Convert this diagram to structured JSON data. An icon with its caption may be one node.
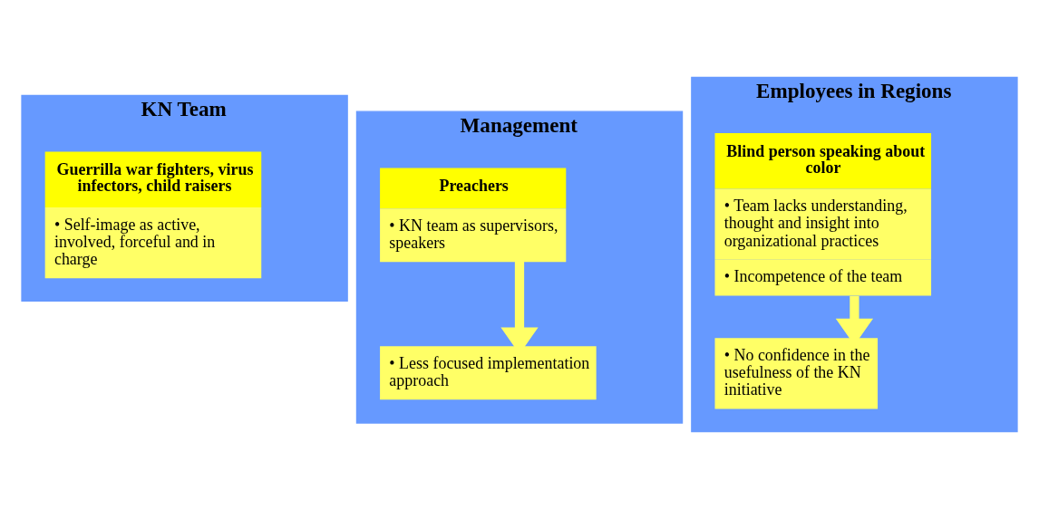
{
  "diagram": {
    "nodes": [
      {
        "text": [
          "KN Team"
        ]
      },
      {
        "text": [
          "Guerrilla war fighters, virus infectors, child raisers",
          "• Self-image as active, involved, forceful and in charge"
        ],
        "in": 0
      },
      {
        "text": [
          "Management"
        ]
      },
      {
        "text": [
          "Preachers",
          "• KN team as supervisors, speakers"
        ],
        "in": 2
      },
      {
        "text": [
          "• Less focused implementation approach"
        ],
        "in": 2
      },
      {
        "text": [
          "Employees in Regions"
        ]
      },
      {
        "text": [
          "Blind person speaking about color",
          "• Team lacks understanding, thought and insight into organizational practices",
          "• Incompetence of the team"
        ],
        "in": 5
      },
      {
        "text": [
          "• No confidence in the usefulness of the KN initiative"
        ],
        "in": 5
      }
    ],
    "edges": [
      {
        "from": 3,
        "to": 4,
        "arrow": "to",
        "color": "#ffff66"
      },
      {
        "from": 6,
        "to": 7,
        "arrow": "to",
        "color": "#ffff66"
      }
    ]
  }
}
